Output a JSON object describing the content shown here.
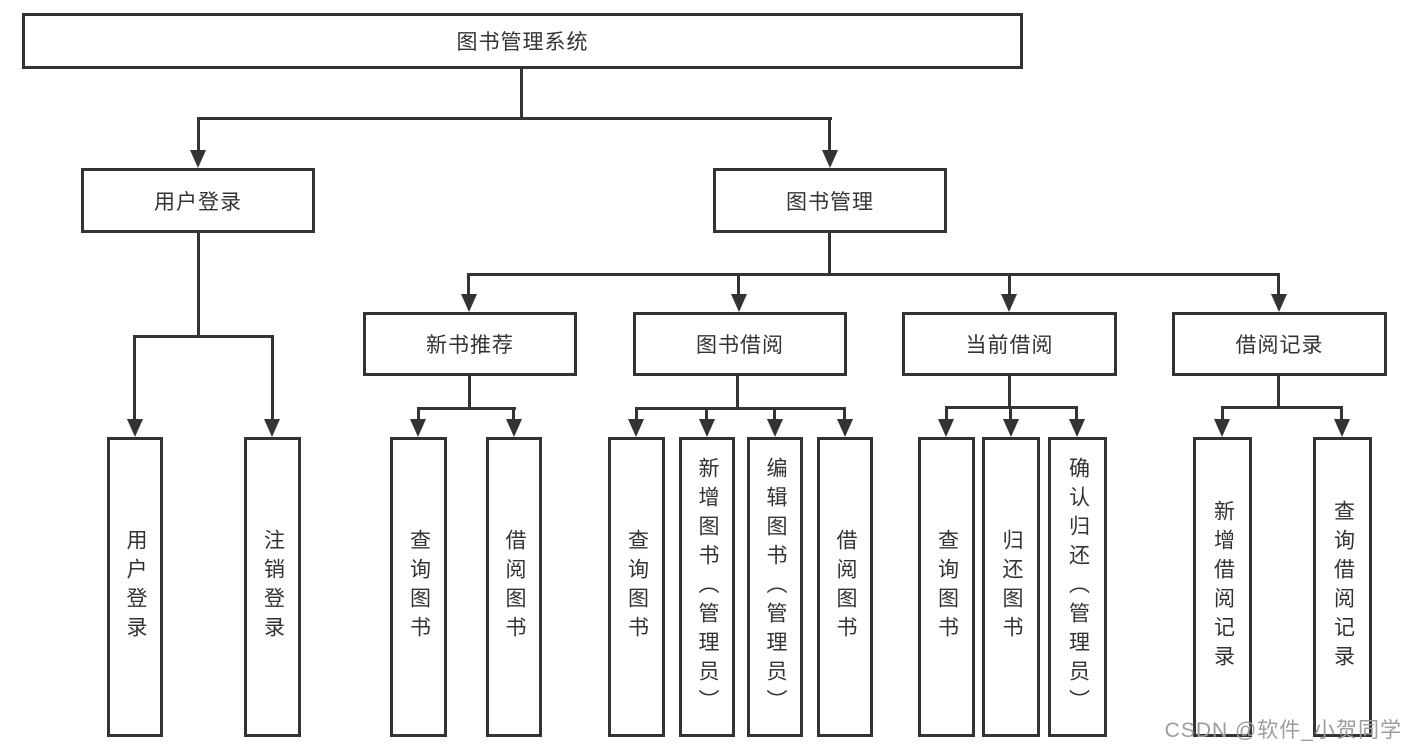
{
  "tree": {
    "root": "图书管理系统",
    "branches": [
      {
        "label": "用户登录",
        "children": [
          {
            "label": "用户登录"
          },
          {
            "label": "注销登录"
          }
        ]
      },
      {
        "label": "图书管理",
        "children": [
          {
            "label": "新书推荐",
            "children": [
              {
                "label": "查询图书"
              },
              {
                "label": "借阅图书"
              }
            ]
          },
          {
            "label": "图书借阅",
            "children": [
              {
                "label": "查询图书"
              },
              {
                "label": "新增图书（管理员）"
              },
              {
                "label": "编辑图书（管理员）"
              },
              {
                "label": "借阅图书"
              }
            ]
          },
          {
            "label": "当前借阅",
            "children": [
              {
                "label": "查询图书"
              },
              {
                "label": "归还图书"
              },
              {
                "label": "确认归还（管理员）"
              }
            ]
          },
          {
            "label": "借阅记录",
            "children": [
              {
                "label": "新增借阅记录"
              },
              {
                "label": "查询借阅记录"
              }
            ]
          }
        ]
      }
    ]
  },
  "watermark": {
    "text": "CSDN @软件_小贺同学"
  },
  "colors": {
    "line": "#333333",
    "background": "#ffffff",
    "watermark": "#9c9c9c"
  }
}
